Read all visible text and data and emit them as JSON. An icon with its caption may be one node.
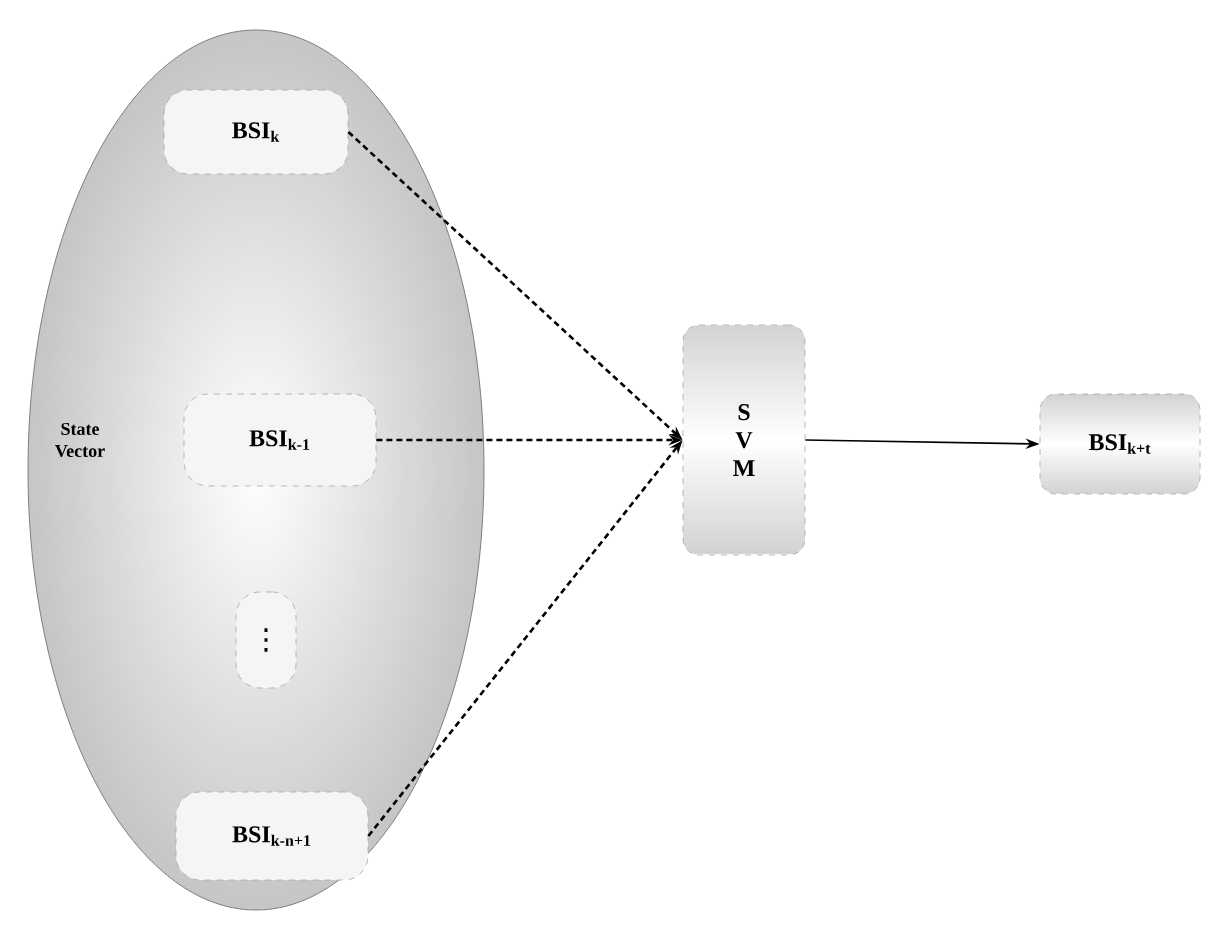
{
  "diagram": {
    "nodes": [
      {
        "text": [
          "State Vector"
        ]
      },
      {
        "text": [
          "BSI$_{k}$"
        ],
        "in": 0
      },
      {
        "text": [
          "BSI$_{k-1}$"
        ],
        "in": 0
      },
      {
        "text": [
          "⋮"
        ],
        "in": 0
      },
      {
        "text": [
          "BSI$_{k-n+1}$"
        ],
        "in": 0
      },
      {
        "text": [
          "S V M"
        ]
      },
      {
        "text": [
          "BSI$_{k+t}$"
        ]
      }
    ],
    "edges": [
      {
        "from": 1,
        "to": 5,
        "arrow": "to",
        "style": "dashed"
      },
      {
        "from": 2,
        "to": 5,
        "arrow": "to",
        "style": "dashed"
      },
      {
        "from": 4,
        "to": 5,
        "arrow": "to",
        "style": "dashed"
      },
      {
        "from": 5,
        "to": 6,
        "arrow": "to"
      }
    ]
  }
}
